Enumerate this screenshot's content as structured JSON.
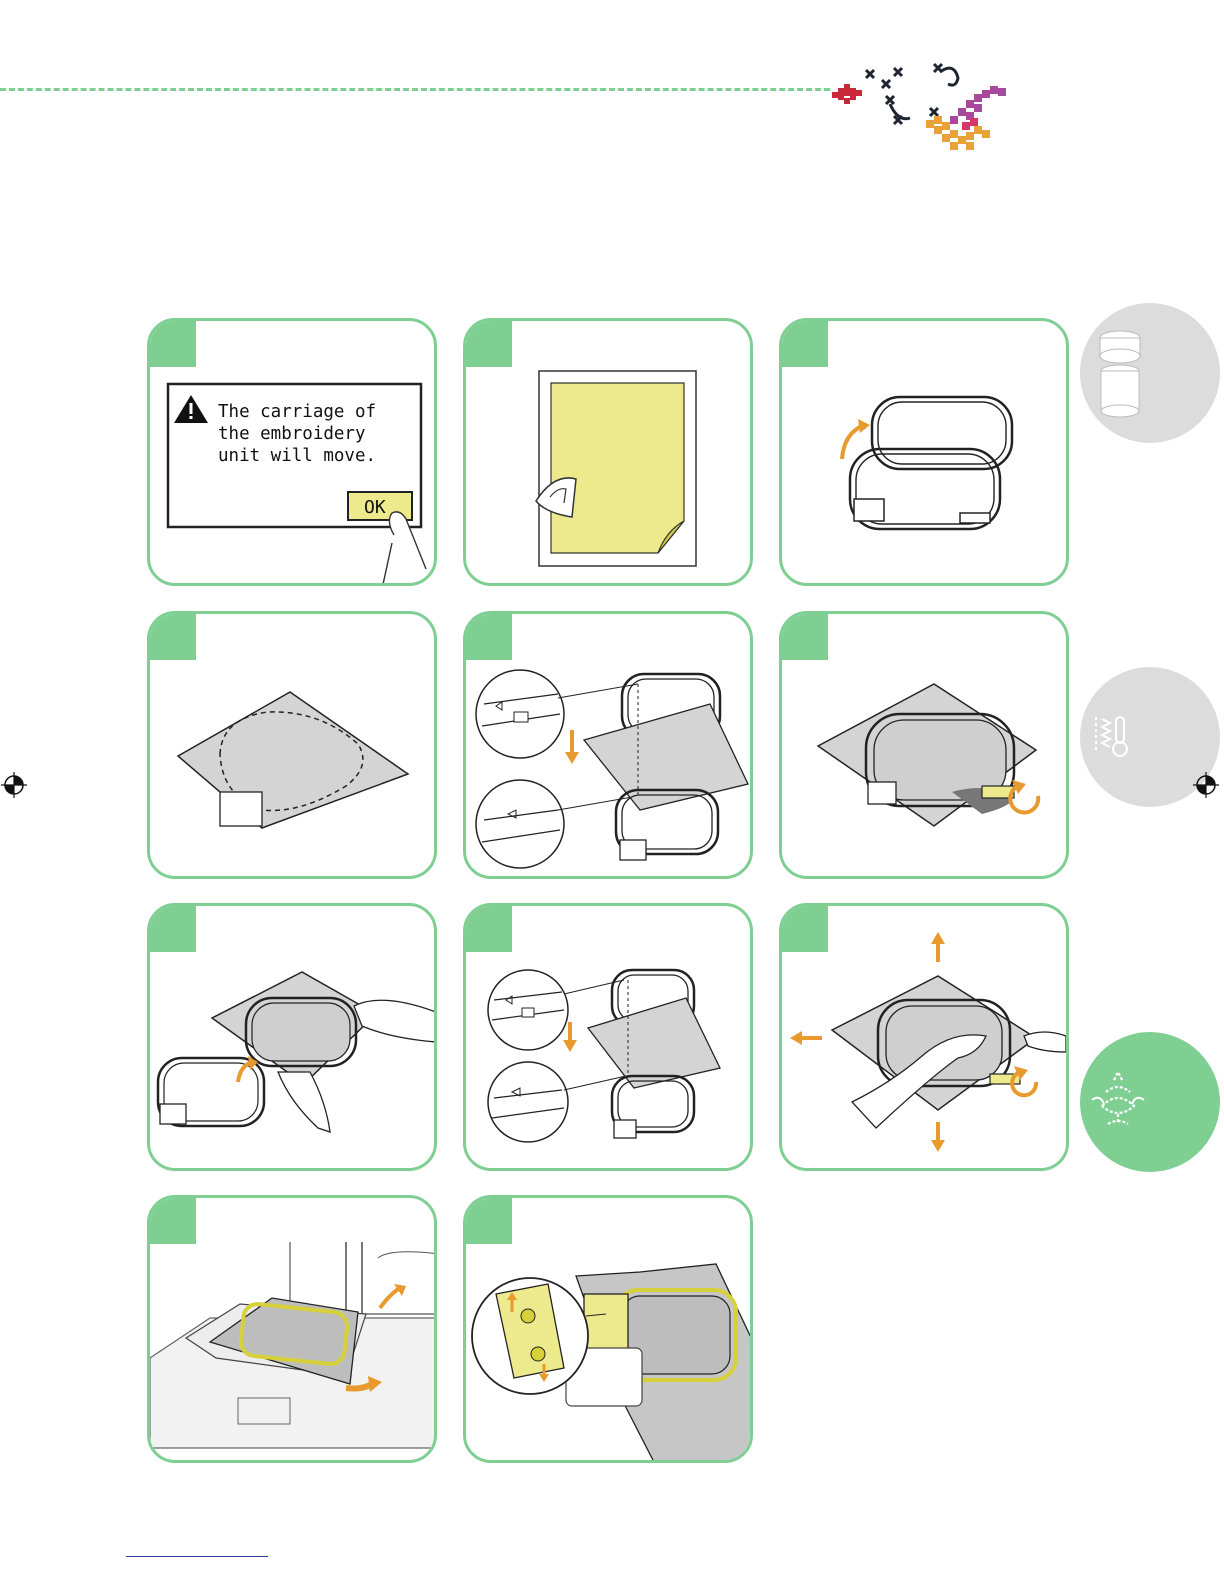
{
  "colors": {
    "accent_green": "#7fcf93",
    "arrow_orange": "#e89a2e",
    "paper_yellow": "#ecea8c",
    "fabric_gray": "#d4d4d4",
    "tab_gray": "#dcdcdc"
  },
  "step1": {
    "message_line1": "The carriage of",
    "message_line2": "the embroidery",
    "message_line3": "unit will move.",
    "ok_label": "OK"
  },
  "side_tabs": [
    {
      "icon": "thread-spool-icon",
      "active": false
    },
    {
      "icon": "stitch-thermometer-icon",
      "active": false
    },
    {
      "icon": "embroidery-flower-icon",
      "active": true
    }
  ]
}
